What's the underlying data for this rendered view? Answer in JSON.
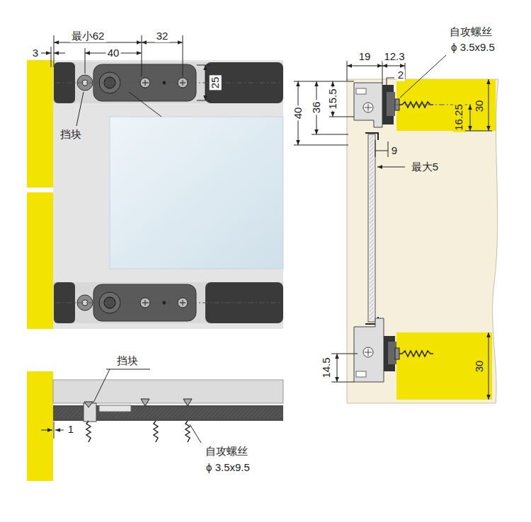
{
  "diagram": {
    "labels": [
      "3",
      "最小62",
      "40",
      "32",
      "25",
      "挡块",
      "自攻螺丝",
      "ϕ 3.5x9.5",
      "19",
      "12.3",
      "2",
      "40",
      "36",
      "15.5",
      "16.25",
      "30",
      "9",
      "最大5",
      "30",
      "14.5",
      "挡块",
      "1",
      "自攻螺丝",
      "ϕ 3.5x9.5"
    ]
  }
}
